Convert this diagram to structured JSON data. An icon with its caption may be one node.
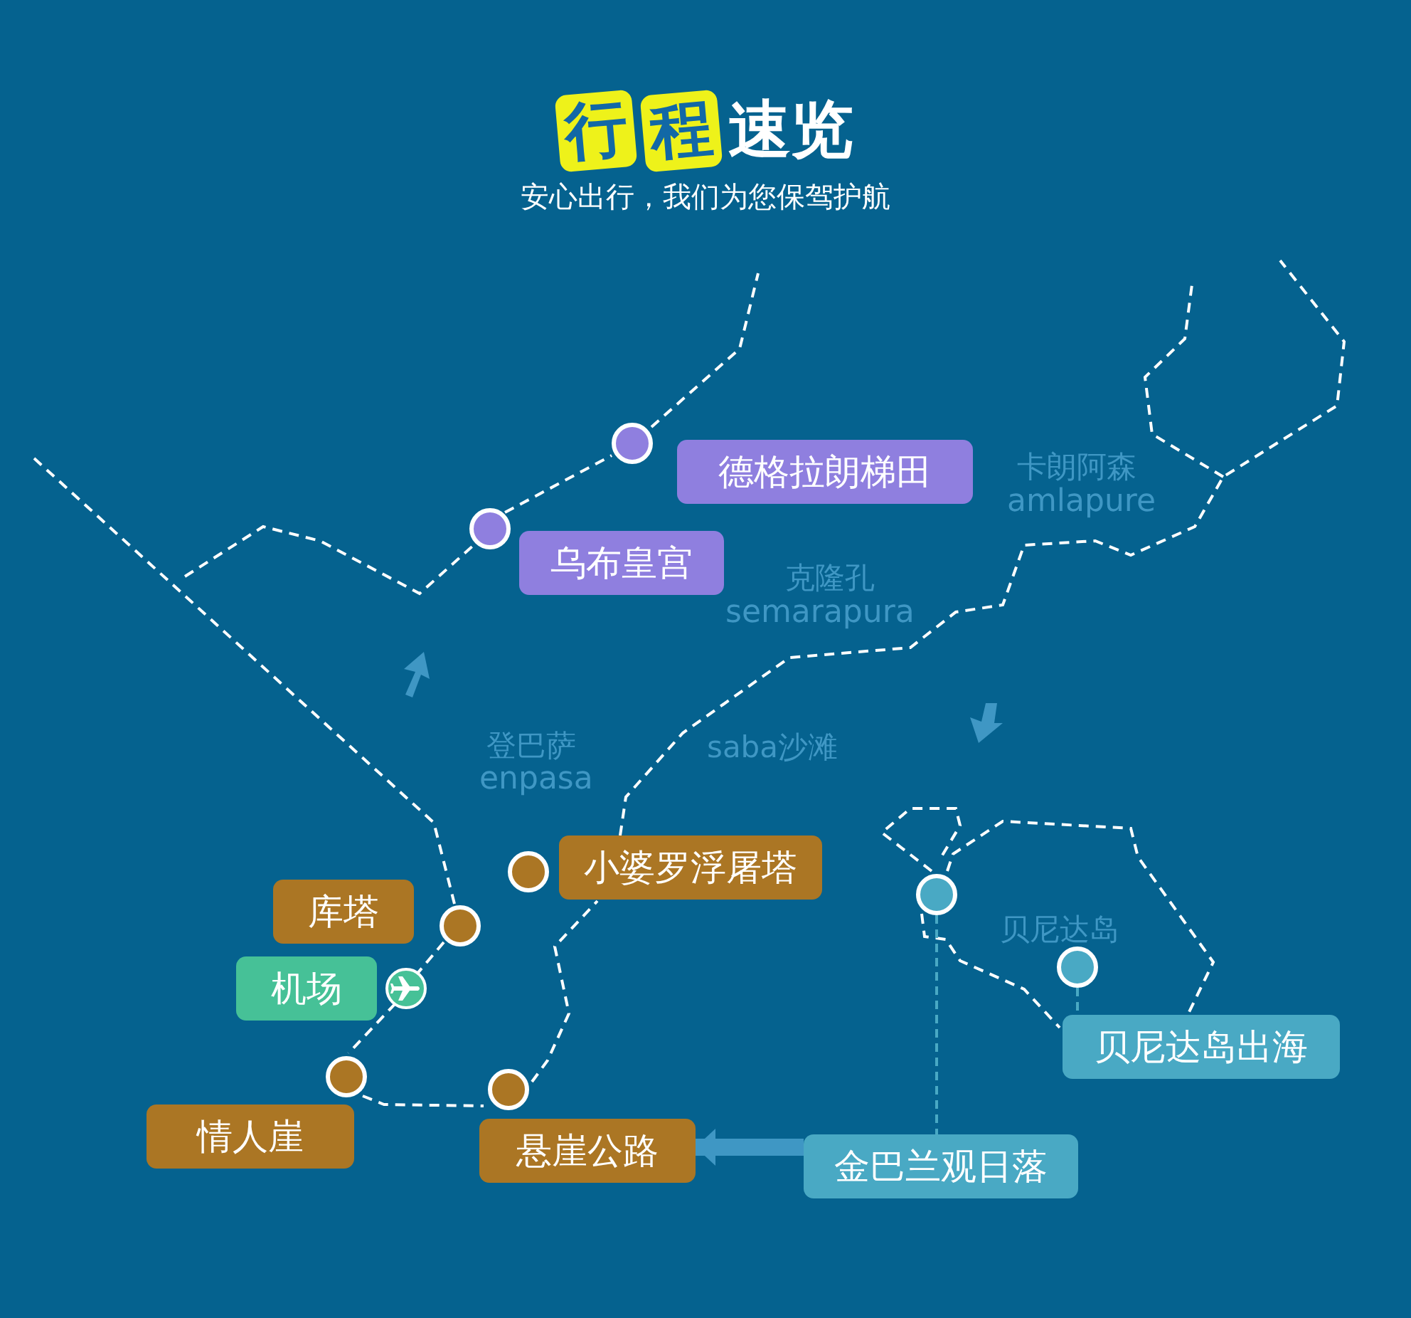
{
  "diagram": {
    "title": "行程速览",
    "nodes": [
      {
        "text": [
          "德格拉朗梯田"
        ]
      },
      {
        "text": [
          "乌布皇宫"
        ]
      },
      {
        "text": [
          "小婆罗浮屠塔"
        ]
      },
      {
        "text": [
          "库塔"
        ]
      },
      {
        "text": [
          "机场"
        ]
      },
      {
        "text": [
          "情人崖"
        ]
      },
      {
        "text": [
          "悬崖公路"
        ]
      },
      {
        "text": [
          "金巴兰观日落"
        ]
      },
      {
        "text": [
          "贝尼达岛出海"
        ]
      },
      {
        "text": [],
        "shape": "circle"
      },
      {
        "text": [],
        "shape": "circle"
      }
    ],
    "edges": [
      {
        "from": 9,
        "to": 7,
        "arrow": "none",
        "style": "dashed"
      },
      {
        "from": 10,
        "to": 8,
        "arrow": "none",
        "style": "dashed"
      },
      {
        "from": 7,
        "to": 6,
        "arrow": "to",
        "style": "thick",
        "color": "#3f97c4"
      }
    ],
    "labels": [
      "安心出行，我们为您保驾护航",
      "卡朗阿森",
      "amlapure",
      "克隆孔",
      "semarapura",
      "登巴萨",
      "enpasa",
      "saba沙滩",
      "贝尼达岛"
    ]
  }
}
